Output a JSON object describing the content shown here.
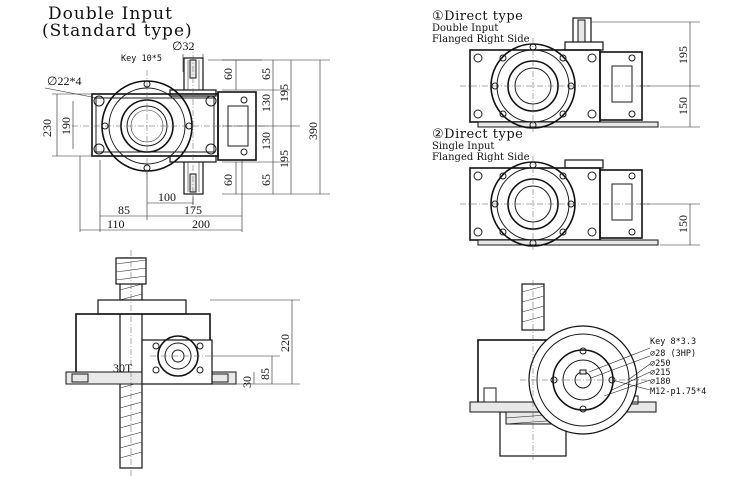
{
  "view_double_input": {
    "title": "Double Input",
    "subtitle": "(Standard type)",
    "key_label": "Key 10*5",
    "shaft_dia": "∅32",
    "bolt_holes": "∅22*4",
    "dims_right": [
      "60",
      "65",
      "195",
      "390",
      "130",
      "130",
      "195",
      "65",
      "60"
    ],
    "dims_left": [
      "230",
      "190"
    ],
    "dims_bottom": [
      "100",
      "85",
      "175",
      "110",
      "200"
    ]
  },
  "view_direct_1": {
    "title": "①Direct type",
    "line1": "Double Input",
    "line2": "Flanged Right Side",
    "dims": [
      "195",
      "150"
    ]
  },
  "view_direct_2": {
    "title": "②Direct type",
    "line1": "Single Input",
    "line2": "Flanged Right Side",
    "dims": [
      "150"
    ]
  },
  "view_side": {
    "model_label": "30T",
    "dims": [
      "220",
      "85",
      "30"
    ]
  },
  "view_motor": {
    "labels": [
      "Key 8*3.3",
      "∅28 (3HP)",
      "∅250",
      "∅215",
      "∅180",
      "M12-p1.75*4"
    ]
  }
}
